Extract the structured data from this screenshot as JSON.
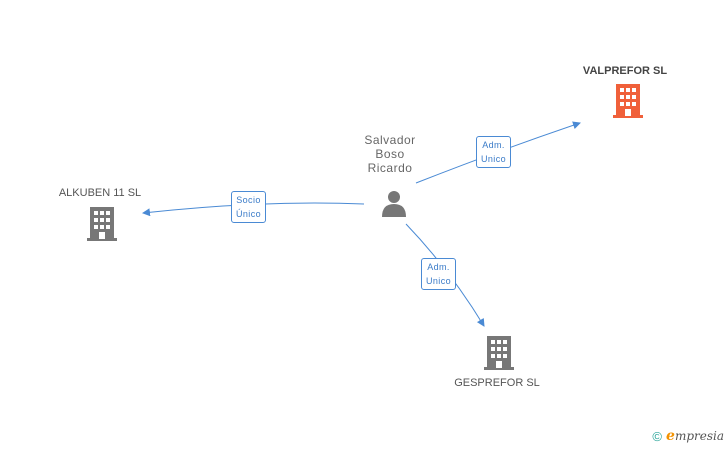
{
  "nodes": {
    "person": {
      "name_lines": [
        "Salvador",
        "Boso",
        "Ricardo"
      ],
      "icon": "person-icon"
    },
    "valprefor": {
      "label": "VALPREFOR SL",
      "icon": "building-icon",
      "color": "#f0603a"
    },
    "alkuben": {
      "label": "ALKUBEN 11 SL",
      "icon": "building-icon",
      "color": "#777777"
    },
    "gesprefor": {
      "label": "GESPREFOR SL",
      "icon": "building-icon",
      "color": "#777777"
    }
  },
  "edges": [
    {
      "id": "to-valprefor",
      "label_lines": [
        "Adm.",
        "Unico"
      ]
    },
    {
      "id": "to-alkuben",
      "label_lines": [
        "Socio",
        "Único"
      ]
    },
    {
      "id": "to-gesprefor",
      "label_lines": [
        "Adm.",
        "Unico"
      ]
    }
  ],
  "colors": {
    "edge": "#4a8ad4",
    "edge_text": "#3a7bc8"
  },
  "footer": {
    "copyright_symbol": "©",
    "brand_initial": "e",
    "brand_rest": "mpresia"
  }
}
